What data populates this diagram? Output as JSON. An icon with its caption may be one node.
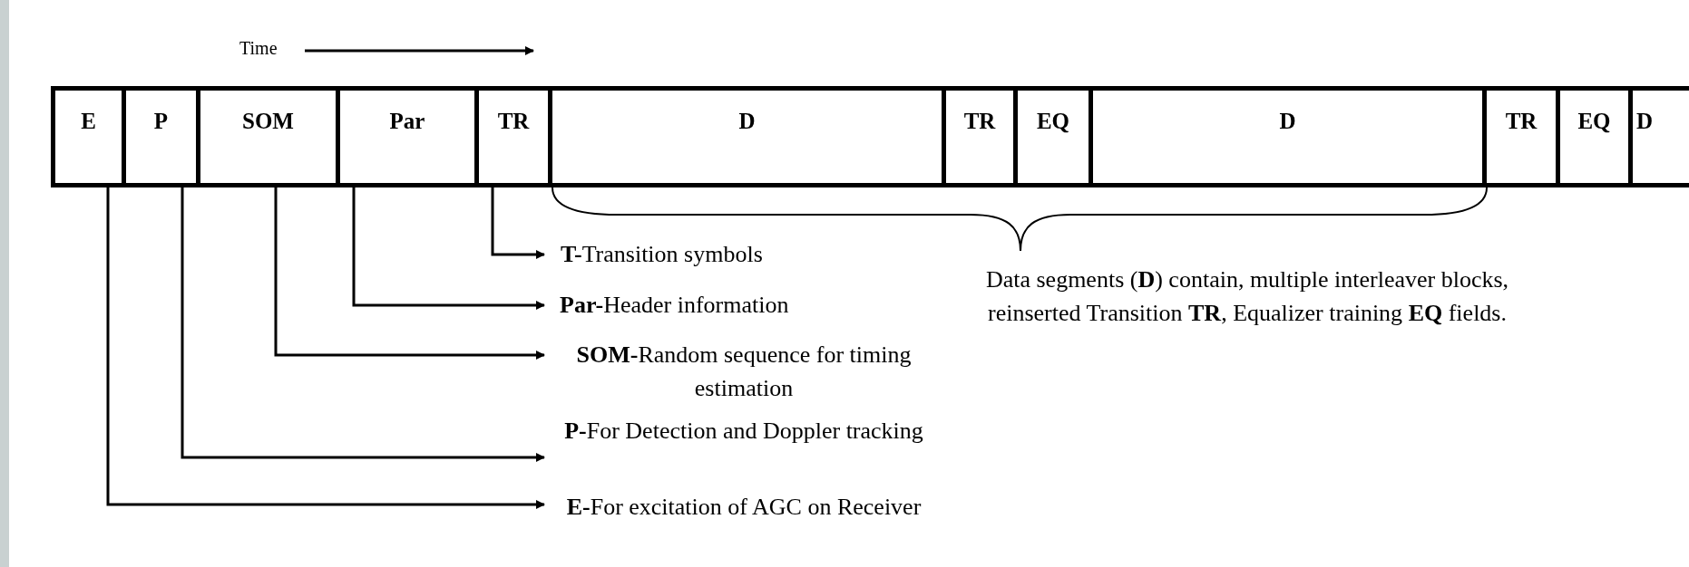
{
  "diagram": {
    "nodes": [
      {
        "text": [
          "E"
        ]
      },
      {
        "text": [
          "P"
        ]
      },
      {
        "text": [
          "SOM"
        ]
      },
      {
        "text": [
          "Par"
        ]
      },
      {
        "text": [
          "TR"
        ]
      },
      {
        "text": [
          "D"
        ]
      },
      {
        "text": [
          "TR"
        ]
      },
      {
        "text": [
          "EQ"
        ]
      },
      {
        "text": [
          "D"
        ]
      },
      {
        "text": [
          "TR"
        ]
      },
      {
        "text": [
          "EQ"
        ]
      },
      {
        "text": [
          "D"
        ]
      },
      {
        "text": [
          "**T-**Transition symbols"
        ]
      },
      {
        "text": [
          "**Par-**Header information"
        ]
      },
      {
        "text": [
          "**SOM-**Random sequence for timing estimation"
        ]
      },
      {
        "text": [
          "**P-**For Detection and Doppler tracking"
        ]
      },
      {
        "text": [
          "**E-**For excitation of AGC on Receiver"
        ]
      },
      {
        "text": [
          "Data segments (**D**) contain, multiple interleaver blocks, reinserted Transition **TR**, Equalizer training **EQ** fields."
        ]
      }
    ],
    "edges": [
      {
        "from": 4,
        "to": 12,
        "arrow": "to"
      },
      {
        "from": 3,
        "to": 13,
        "arrow": "to"
      },
      {
        "from": 2,
        "to": 14,
        "arrow": "to"
      },
      {
        "from": 1,
        "to": 15,
        "arrow": "to"
      },
      {
        "from": 0,
        "to": 16,
        "arrow": "to"
      }
    ],
    "labels": [
      "Time"
    ]
  }
}
